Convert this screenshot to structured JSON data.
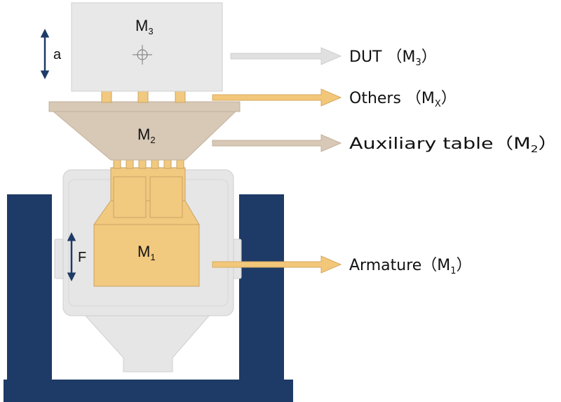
{
  "masses": {
    "m3": {
      "symbol": "M",
      "subscript": "3"
    },
    "m2": {
      "symbol": "M",
      "subscript": "2"
    },
    "m1": {
      "symbol": "M",
      "subscript": "1"
    }
  },
  "symbols": {
    "acceleration": "a",
    "force": "F"
  },
  "callouts": {
    "dut": {
      "text": "DUT （M",
      "sub": "3",
      "close": "）"
    },
    "others": {
      "text": "Others （M",
      "sub": "X",
      "close": "）"
    },
    "auxiliary": {
      "text": "Auxiliary table（M",
      "sub": "2",
      "close": "）"
    },
    "armature": {
      "text": "Armature（M",
      "sub": "1",
      "close": "）"
    }
  },
  "colors": {
    "frame_blue": "#1e3a66",
    "body_gray": "#e6e6e6",
    "body_stroke": "#cfcfcf",
    "dut_gray": "#e8e8e8",
    "armature_tan": "#f1c97f",
    "armature_stroke": "#c9a464",
    "aux_beige": "#d8c8b6",
    "arrow_gray": "#e0e0e0",
    "arrow_tan": "#f3c77a",
    "arrow_beige": "#d8c8b6",
    "indicator_blue": "#1e3a66"
  }
}
